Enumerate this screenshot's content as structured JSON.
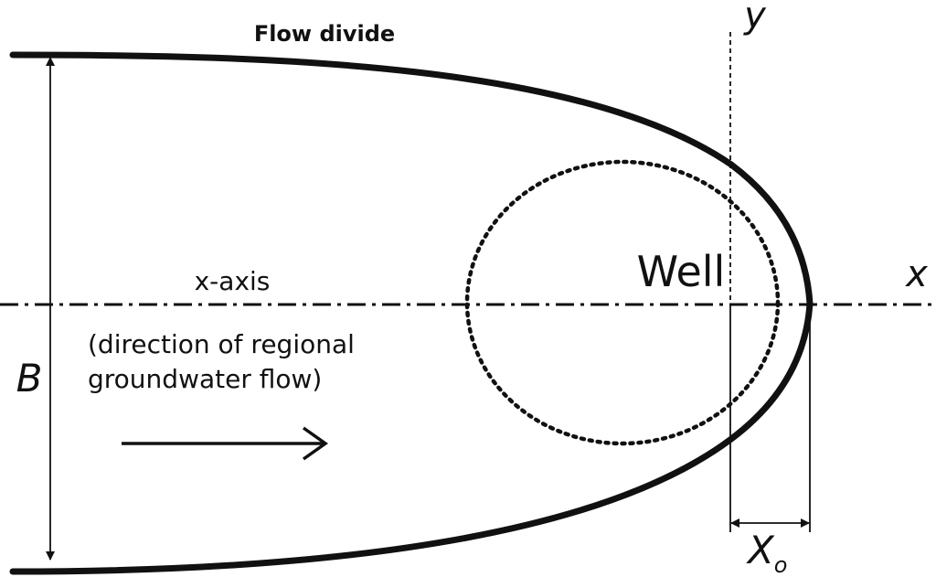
{
  "diagram": {
    "flow_divide_label": "Flow divide",
    "y_axis_label": "y",
    "x_axis_label": "x",
    "well_label": "Well",
    "x_axis_caption": "x-axis",
    "direction_line1": "(direction of regional",
    "direction_line2": "groundwater flow)",
    "width_label": "B",
    "stagnation_label": "X",
    "stagnation_subscript": "o"
  },
  "colors": {
    "ink": "#111111",
    "background": "#ffffff"
  }
}
